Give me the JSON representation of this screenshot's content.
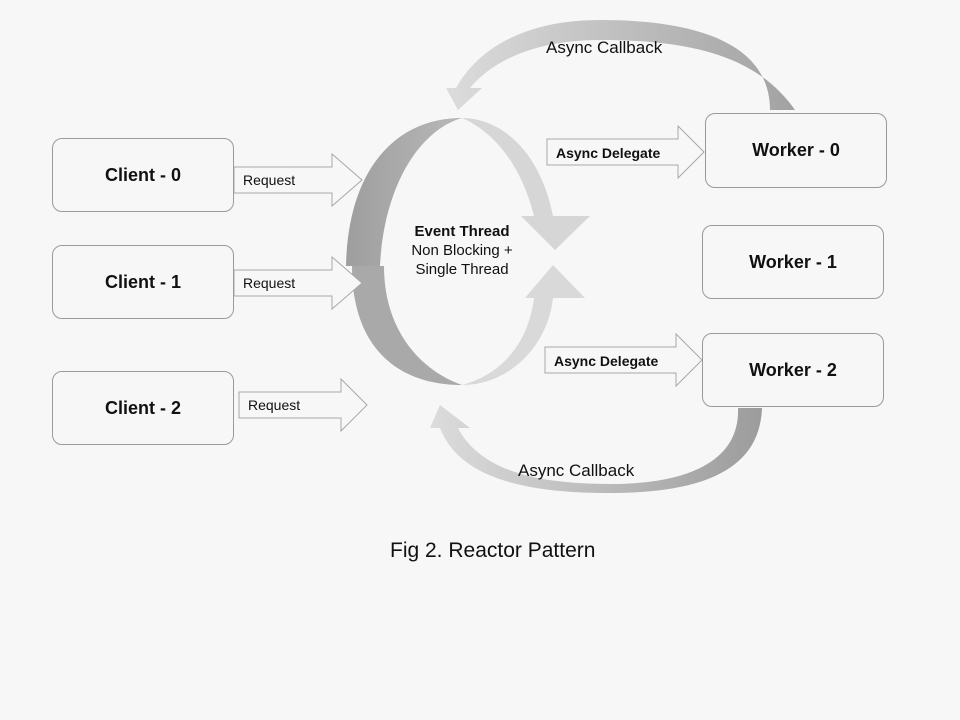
{
  "clients": [
    {
      "label": "Client - 0",
      "request": "Request"
    },
    {
      "label": "Client - 1",
      "request": "Request"
    },
    {
      "label": "Client - 2",
      "request": "Request"
    }
  ],
  "workers": [
    {
      "label": "Worker - 0"
    },
    {
      "label": "Worker - 1"
    },
    {
      "label": "Worker - 2"
    }
  ],
  "event_loop": {
    "title": "Event Thread",
    "line2": "Non Blocking +",
    "line3": "Single Thread"
  },
  "delegates": [
    {
      "label": "Async Delegate",
      "worker": "Worker - 0"
    },
    {
      "label": "Async Delegate",
      "worker": "Worker - 2"
    }
  ],
  "callbacks": [
    {
      "label": "Async Callback",
      "from": "Worker - 0"
    },
    {
      "label": "Async Callback",
      "from": "Worker - 2"
    }
  ],
  "caption": "Fig 2. Reactor Pattern",
  "colors": {
    "background": "#f7f7f7",
    "box_border": "#9a9a9a",
    "arrow_dark": "#a0a0a0",
    "arrow_light": "#d8d8d8",
    "block_arrow_fill": "#f7f7f7",
    "block_arrow_stroke": "#a8a8a8"
  }
}
